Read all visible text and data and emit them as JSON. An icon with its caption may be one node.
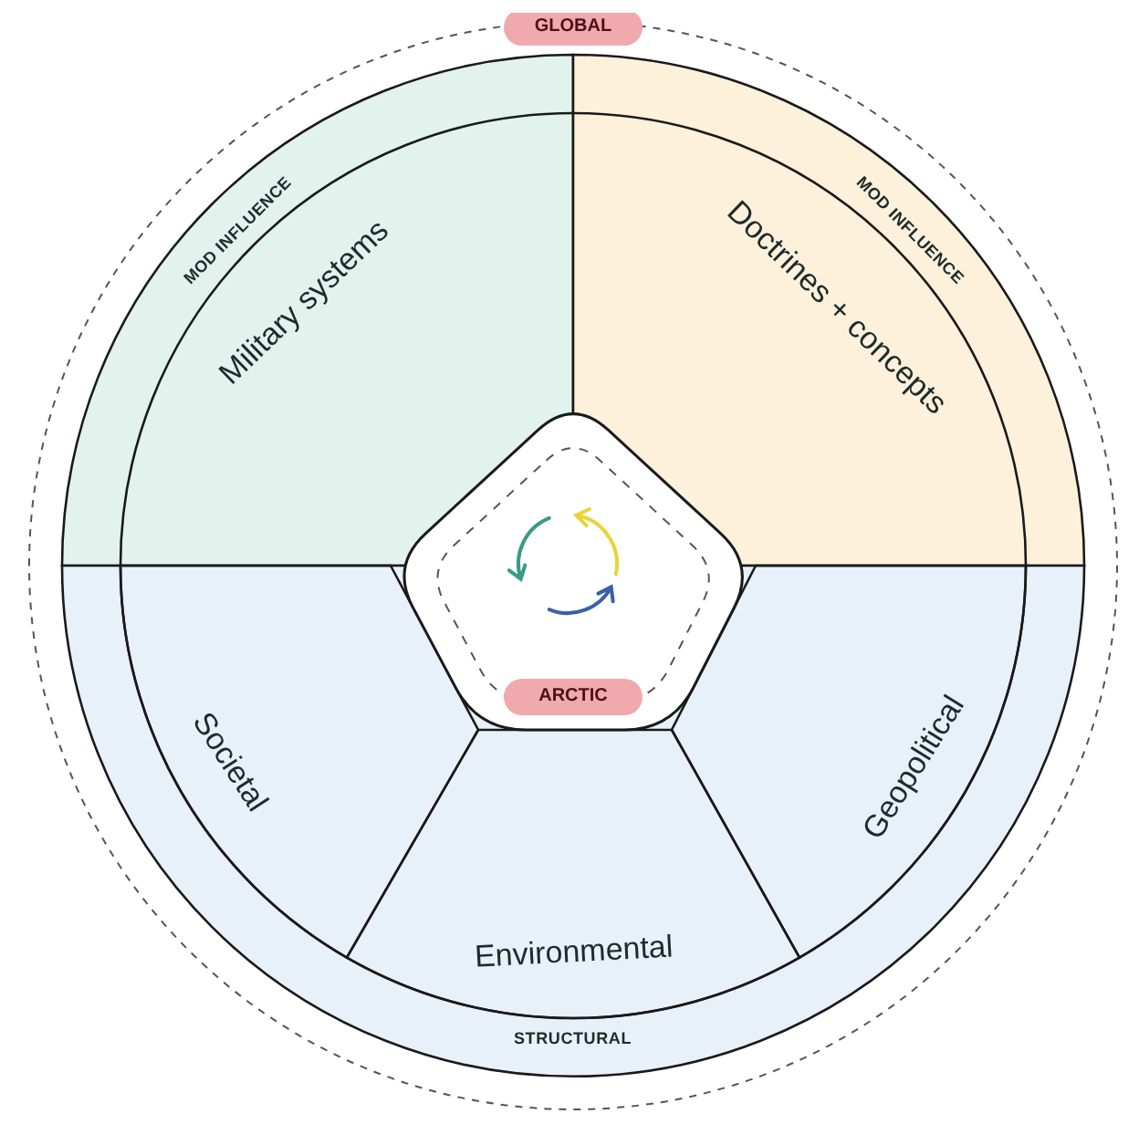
{
  "diagram": {
    "nodes": [
      {
        "text": [
          "GLOBAL"
        ]
      },
      {
        "text": [
          "MOD INFLUENCE",
          "Military systems"
        ],
        "in": 0
      },
      {
        "text": [
          "MOD INFLUENCE",
          "Doctrines + concepts"
        ],
        "in": 0
      },
      {
        "text": [
          "STRUCTURAL"
        ],
        "in": 0
      },
      {
        "text": [
          "Societal"
        ],
        "in": 3
      },
      {
        "text": [
          "Environmental"
        ],
        "in": 3
      },
      {
        "text": [
          "Geopolitical"
        ],
        "in": 3
      },
      {
        "text": [
          "ARCTIC"
        ],
        "in": 0
      }
    ]
  }
}
